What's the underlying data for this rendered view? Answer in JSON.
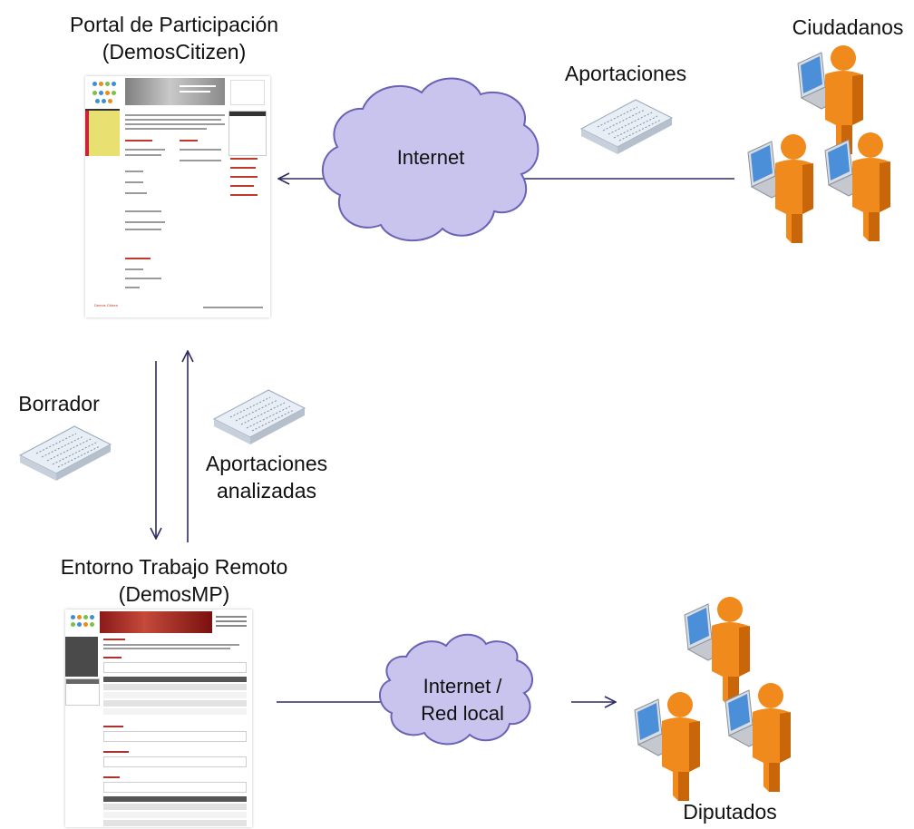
{
  "portal": {
    "title_line1": "Portal de Participación",
    "title_line2": "(DemosCitizen)",
    "footer_text": "Demos Citizen"
  },
  "citizens": {
    "label": "Ciudadanos"
  },
  "contributions": {
    "label": "Aportaciones"
  },
  "internet_cloud": {
    "label": "Internet"
  },
  "draft": {
    "label": "Borrador"
  },
  "analyzed": {
    "label_line1": "Aportaciones",
    "label_line2": "analizadas"
  },
  "remote_env": {
    "title_line1": "Entorno Trabajo Remoto",
    "title_line2": "(DemosMP)"
  },
  "network_cloud": {
    "label_line1": "Internet /",
    "label_line2": "Red local"
  },
  "deputies": {
    "label": "Diputados"
  },
  "colors": {
    "cloud_fill": "#c9c4ee",
    "cloud_stroke": "#6a62b5",
    "arrow": "#2d2b63",
    "person": "#f08a1c",
    "person_dark": "#c9660a",
    "laptop_screen": "#4b8fd8"
  }
}
